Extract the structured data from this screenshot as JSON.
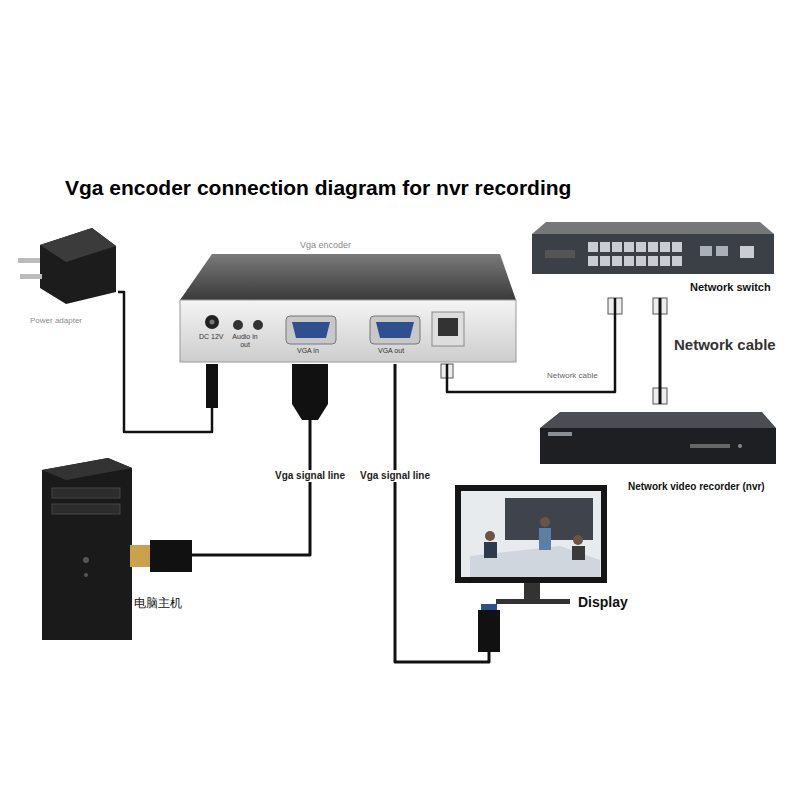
{
  "diagram": {
    "title": "Vga encoder connection diagram for nvr recording",
    "nodes": [
      {
        "text": [
          "Power adapter"
        ]
      },
      {
        "text": [
          "Vga encoder",
          "DC 12V",
          "Audio in out",
          "VGA in",
          "VGA out"
        ]
      },
      {
        "text": [
          "Network switch"
        ]
      },
      {
        "text": [
          "Network video recorder (nvr)"
        ]
      },
      {
        "text": [
          "电脑主机"
        ]
      },
      {
        "text": [
          "Display"
        ]
      }
    ],
    "edges": [
      {
        "from": 0,
        "to": 1,
        "arrow": "none"
      },
      {
        "from": 1,
        "to": 4,
        "label": "Vga signal line",
        "arrow": "none"
      },
      {
        "from": 1,
        "to": 5,
        "label": "Vga signal line",
        "arrow": "none"
      },
      {
        "from": 1,
        "to": 2,
        "label": "Network cable",
        "arrow": "none"
      },
      {
        "from": 2,
        "to": 3,
        "label": "Network cable",
        "arrow": "none"
      }
    ]
  }
}
